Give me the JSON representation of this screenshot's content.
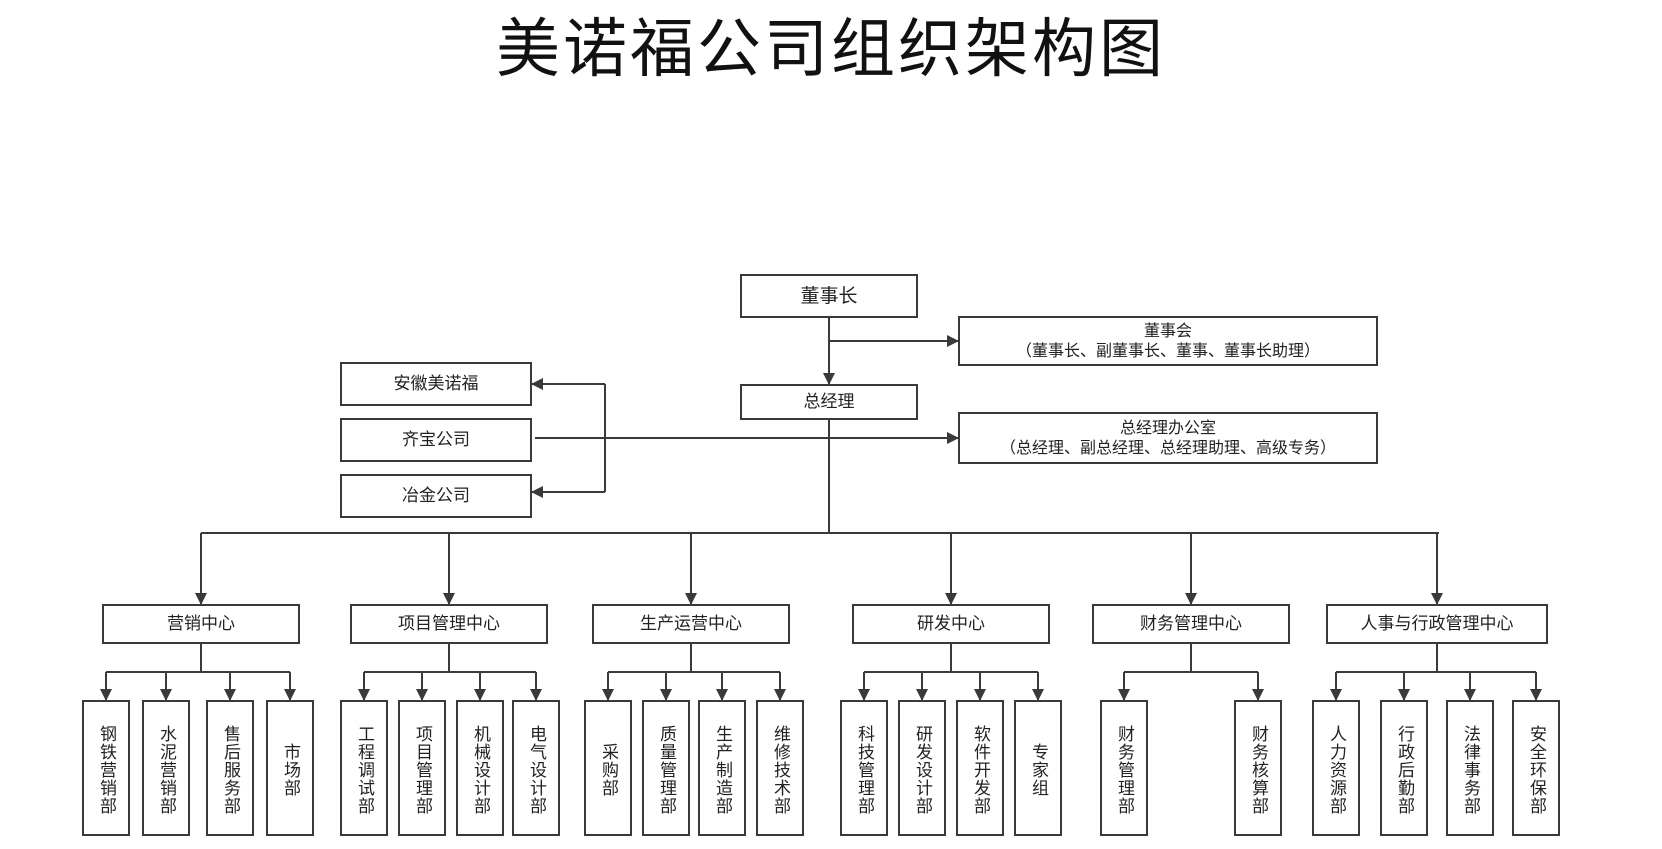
{
  "title": "美诺福公司组织架构图",
  "top": {
    "chairman": "董事长",
    "board": {
      "name": "董事会",
      "members": "（董事长、副董事长、董事、董事长助理）"
    },
    "gm": "总经理",
    "gm_office": {
      "name": "总经理办公室",
      "members": "（总经理、副总经理、总经理助理、高级专务）"
    }
  },
  "subsidiaries": [
    "安徽美诺福",
    "齐宝公司",
    "冶金公司"
  ],
  "centers": [
    {
      "name": "营销中心",
      "depts": [
        "钢铁营销部",
        "水泥营销部",
        "售后服务部",
        "市场部"
      ]
    },
    {
      "name": "项目管理中心",
      "depts": [
        "工程调试部",
        "项目管理部",
        "机械设计部",
        "电气设计部"
      ]
    },
    {
      "name": "生产运营中心",
      "depts": [
        "采购部",
        "质量管理部",
        "生产制造部",
        "维修技术部"
      ]
    },
    {
      "name": "研发中心",
      "depts": [
        "科技管理部",
        "研发设计部",
        "软件开发部",
        "专家组"
      ]
    },
    {
      "name": "财务管理中心",
      "depts": [
        "财务管理部",
        "财务核算部"
      ]
    },
    {
      "name": "人事与行政管理中心",
      "depts": [
        "人力资源部",
        "行政后勤部",
        "法律事务部",
        "安全环保部"
      ]
    }
  ]
}
